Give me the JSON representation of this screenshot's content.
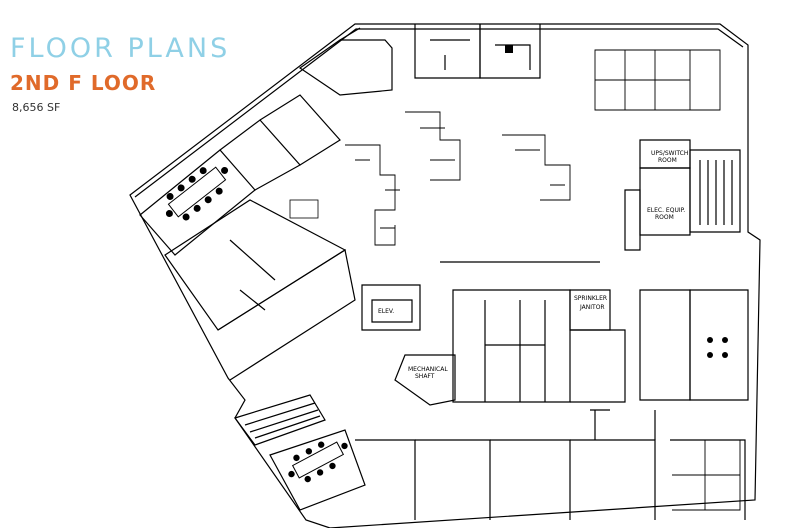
{
  "header": {
    "title": "FLOOR PLANS",
    "floor": "2ND F LOOR",
    "area": "8,656 SF"
  },
  "rooms": {
    "ups_switch_1": "UPS/SWITCH",
    "ups_switch_2": "ROOM",
    "elec_equip_1": "ELEC. EQUIP.",
    "elec_equip_2": "ROOM",
    "sprinkler": "SPRINKLER",
    "janitor": "JANITOR",
    "elevator": "ELEV.",
    "mechanical_1": "MECHANICAL",
    "mechanical_2": "SHAFT"
  },
  "colors": {
    "title": "#8fd0e6",
    "subtitle": "#e06a2a",
    "line": "#000000"
  }
}
